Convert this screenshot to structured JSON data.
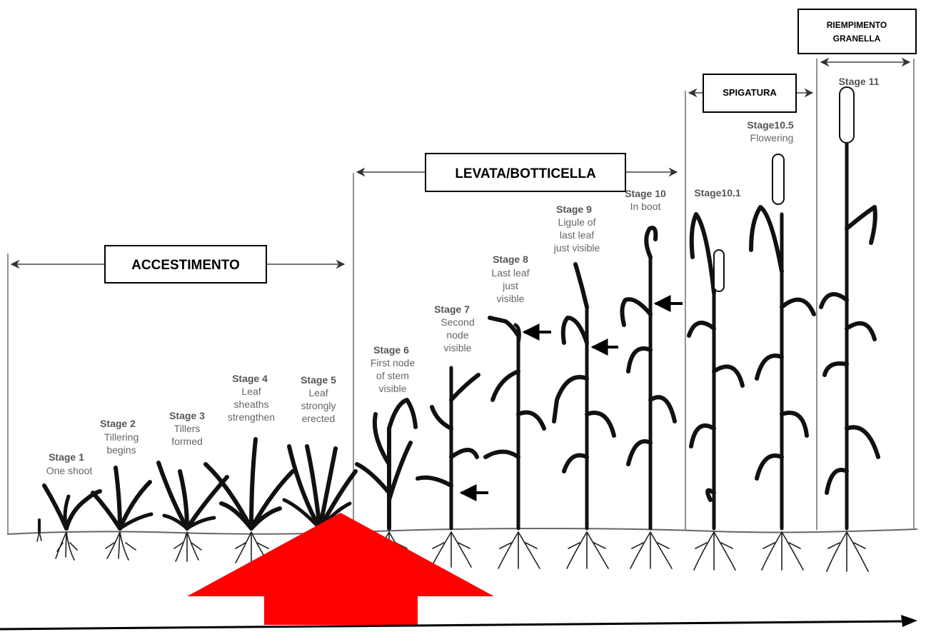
{
  "phases": {
    "accestimento": "ACCESTIMENTO",
    "levata": "LEVATA/BOTTICELLA",
    "spigatura": "SPIGATURA",
    "riempimento_line1": "RIEMPIMENTO",
    "riempimento_line2": "GRANELLA"
  },
  "stages": [
    {
      "title": "Stage 1",
      "desc": [
        "One shoot"
      ]
    },
    {
      "title": "Stage 2",
      "desc": [
        "Tillering",
        "begins"
      ]
    },
    {
      "title": "Stage 3",
      "desc": [
        "Tillers",
        "formed"
      ]
    },
    {
      "title": "Stage 4",
      "desc": [
        "Leaf",
        "sheaths",
        "strengthen"
      ]
    },
    {
      "title": "Stage 5",
      "desc": [
        "Leaf",
        "strongly",
        "erected"
      ]
    },
    {
      "title": "Stage 6",
      "desc": [
        "First node",
        "of stem",
        "visible"
      ]
    },
    {
      "title": "Stage 7",
      "desc": [
        "Second",
        "node",
        "visible"
      ]
    },
    {
      "title": "Stage 8",
      "desc": [
        "Last leaf",
        "just",
        "visible"
      ]
    },
    {
      "title": "Stage 9",
      "desc": [
        "Ligule of",
        "last leaf",
        "just visible"
      ]
    },
    {
      "title": "Stage 10",
      "desc": [
        "In boot"
      ]
    },
    {
      "title": "Stage10.1",
      "desc": []
    },
    {
      "title": "Stage10.5",
      "desc": [
        "Flowering"
      ]
    },
    {
      "title": "Stage 11",
      "desc": []
    }
  ],
  "colors": {
    "ink": "#111111",
    "label_gray": "#555555",
    "highlight_arrow": "#ff0000"
  }
}
